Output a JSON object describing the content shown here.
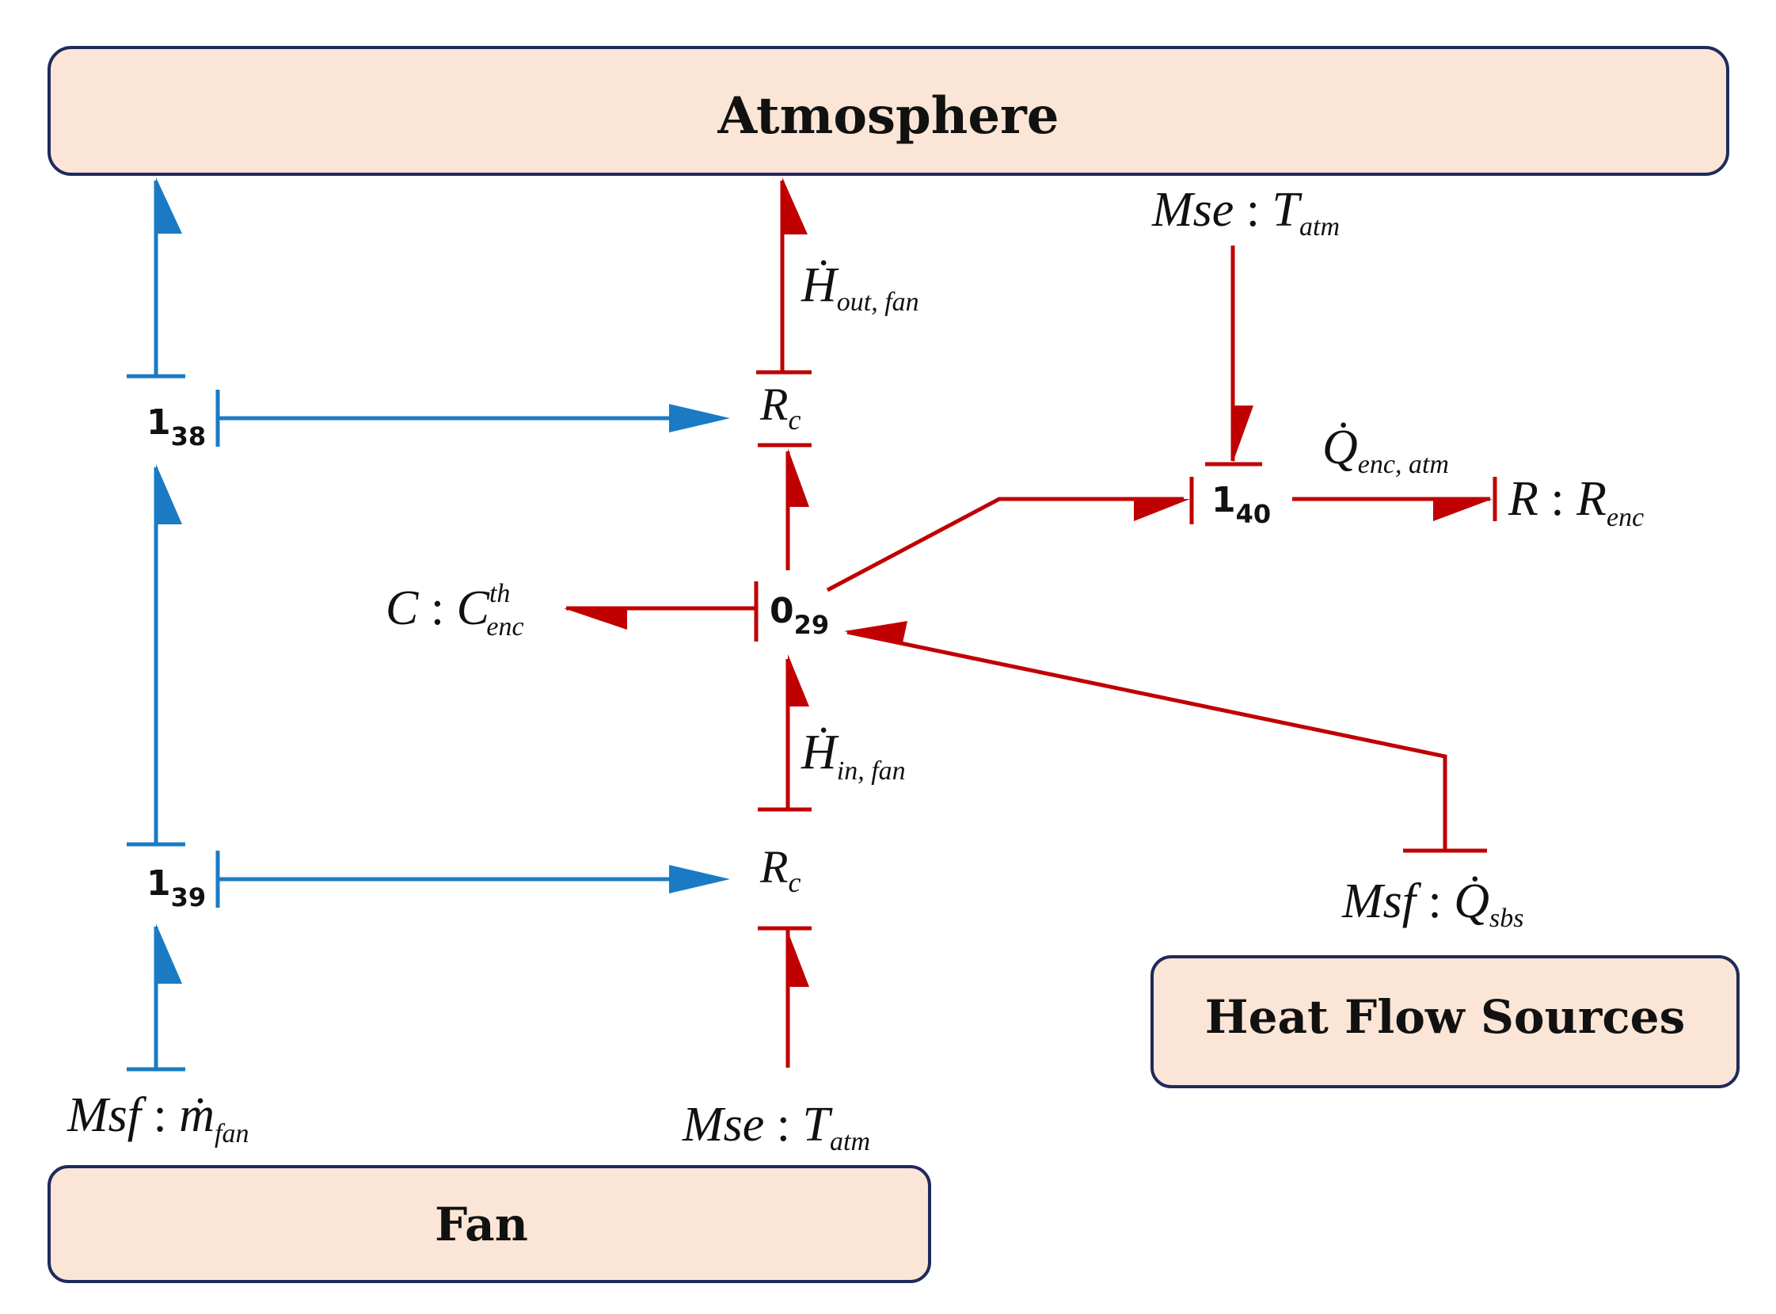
{
  "colors": {
    "box_fill": "#fbe5d6",
    "box_stroke": "#1f2a5c",
    "blue_bond": "#1a7bc4",
    "red_bond": "#c00000",
    "text": "#111111"
  },
  "boxes": {
    "atmosphere": "Atmosphere",
    "heat_flow_sources": "Heat Flow Sources",
    "fan": "Fan"
  },
  "junctions": {
    "j38": {
      "base": "1",
      "sub": "38"
    },
    "j39": {
      "base": "1",
      "sub": "39"
    },
    "j40": {
      "base": "1",
      "sub": "40"
    },
    "j29": {
      "base": "0",
      "sub": "29"
    }
  },
  "elements": {
    "mse_t_atm_top": {
      "pre": "Mse",
      "sep": " : ",
      "sym": "T",
      "sub": "atm"
    },
    "mse_t_atm_bottom": {
      "pre": "Mse",
      "sep": " : ",
      "sym": "T",
      "sub": "atm"
    },
    "msf_m_fan": {
      "pre": "Msf",
      "sep": " : ",
      "sym": "ṁ",
      "sub": "fan"
    },
    "msf_q_sbs": {
      "pre": "Msf",
      "sep": " : ",
      "sym": "Q̇",
      "sub": "sbs"
    },
    "c_enc": {
      "pre": "C",
      "sep": " : ",
      "sym": "C",
      "sup": "th",
      "sub": "enc"
    },
    "r_enc": {
      "pre": "R",
      "sep": " : ",
      "sym": "R",
      "sub": "enc"
    },
    "rc_top": {
      "sym": "R",
      "sub": "c"
    },
    "rc_bottom": {
      "sym": "R",
      "sub": "c"
    }
  },
  "flows": {
    "h_out_fan": {
      "sym": "Ḣ",
      "sub": "out, fan"
    },
    "h_in_fan": {
      "sym": "Ḣ",
      "sub": "in, fan"
    },
    "q_enc_atm": {
      "sym": "Q̇",
      "sub": "enc, atm"
    }
  }
}
